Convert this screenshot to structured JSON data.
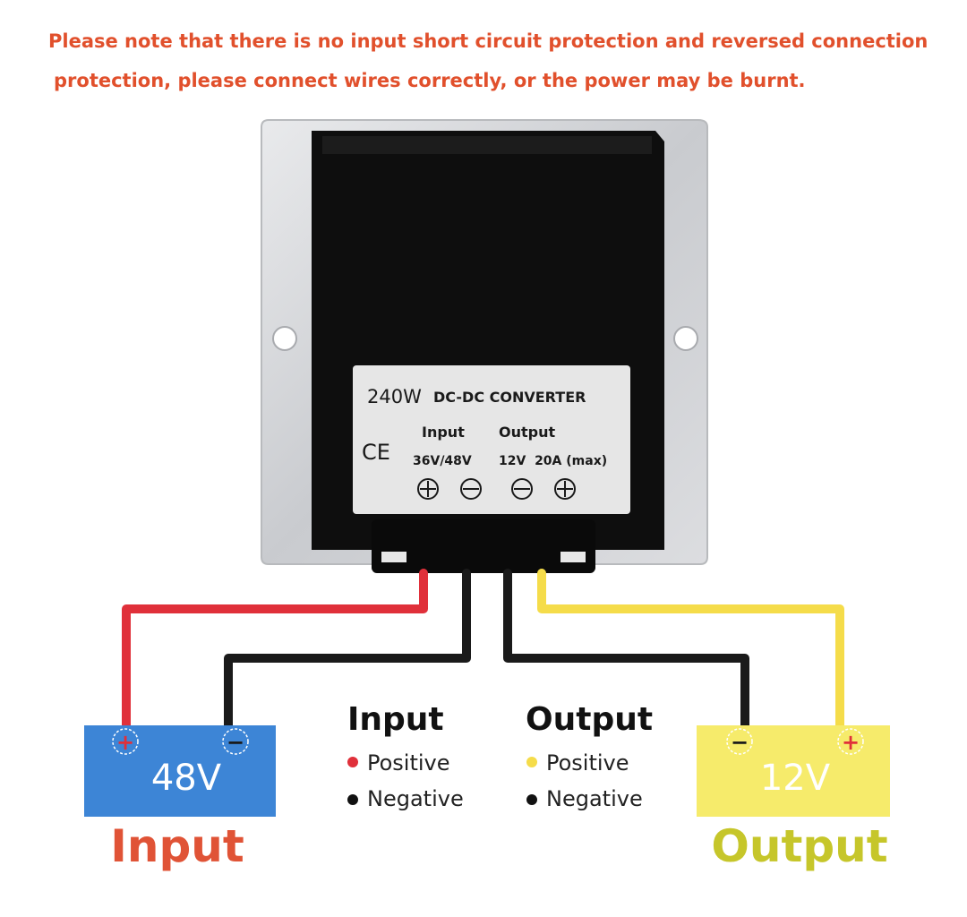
{
  "warning": {
    "line1": "Please note that there is no input short circuit protection and reversed connection",
    "line2": "protection, please connect wires correctly, or the power may be burnt."
  },
  "label": {
    "power": "240W",
    "title": "DC-DC CONVERTER",
    "ce_mark": "CE",
    "input_heading": "Input",
    "input_spec": "36V/48V",
    "output_heading": "Output",
    "output_spec": "12V  20A (max)",
    "plus": "+",
    "minus": "−"
  },
  "battery_in": {
    "voltage": "48V",
    "plus": "+",
    "minus": "−",
    "caption": "Input"
  },
  "battery_out": {
    "voltage": "12V",
    "plus": "+",
    "minus": "−",
    "caption": "Output"
  },
  "legend": {
    "input": {
      "title": "Input",
      "positive": "Positive",
      "negative": "Negative"
    },
    "output": {
      "title": "Output",
      "positive": "Positive",
      "negative": "Negative"
    }
  },
  "colors": {
    "warning": "#e1502c",
    "red_wire": "#e0303a",
    "yellow_wire": "#f5dc4a",
    "black_wire": "#1a1a1a",
    "input_battery": "#3d85d6",
    "output_battery": "#f6eb6b",
    "input_caption": "#e05336",
    "output_caption": "#c6c62a"
  }
}
